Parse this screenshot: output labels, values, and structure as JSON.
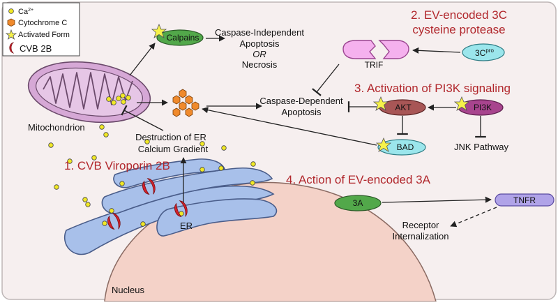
{
  "legend": {
    "items": [
      {
        "icon": "calcium-ion-icon",
        "label": "Ca",
        "sup": "2+"
      },
      {
        "icon": "cytochrome-c-icon",
        "label": "Cytochrome C"
      },
      {
        "icon": "activated-star-icon",
        "label": "Activated Form"
      },
      {
        "icon": "viroporin-2b-icon",
        "label": "CVB 2B"
      }
    ]
  },
  "organelles": {
    "mitochondrion": "Mitochondrion",
    "er": "ER",
    "nucleus": "Nucleus"
  },
  "headings": {
    "h1": "1. CVB Viroporin 2B",
    "h2_line1": "2. EV-encoded 3C",
    "h2_line2": "cysteine protease",
    "h3": "3. Activation of PI3K signaling",
    "h4": "4. Action of EV-encoded 3A"
  },
  "nodes": {
    "calpains": "Calpains",
    "trif": "TRIF",
    "c3pro": "3C",
    "c3pro_sup": "pro",
    "akt": "AKT",
    "pi3k": "PI3K",
    "bad": "BAD",
    "a3": "3A",
    "tnfr": "TNFR"
  },
  "texts": {
    "casp_indep_1": "Caspase-Independent",
    "casp_indep_2": "Apoptosis",
    "casp_indep_or": "OR",
    "casp_indep_3": "Necrosis",
    "casp_dep_1": "Caspase-Dependent",
    "casp_dep_2": "Apoptosis",
    "destruction_1": "Destruction of ER",
    "destruction_2": "Calcium Gradient",
    "jnk": "JNK Pathway",
    "receptor_1": "Receptor",
    "receptor_2": "Internalization"
  },
  "colors": {
    "background": "#f6efef",
    "calcium": "#f1e826",
    "cytochrome": "#f08a2c",
    "star": "#f6f24a",
    "viroporin": "#d3212b",
    "mito": "#d6a8d6",
    "er": "#a8c0ea",
    "nucleus": "#f4d2c8",
    "calpains": "#52a84a",
    "trif": "#f5b1ee",
    "akt": "#a85656",
    "pi3k": "#a8448e",
    "bad": "#9be6ec",
    "tnfr": "#b0a3e8",
    "heading": "#b1272c"
  }
}
